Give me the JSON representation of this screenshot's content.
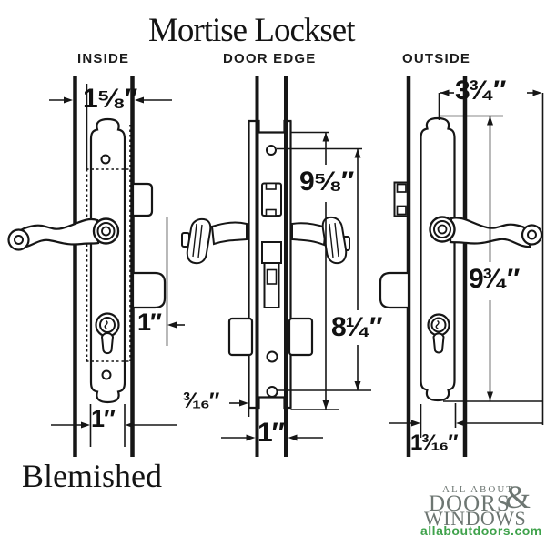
{
  "page": {
    "title": "Mortise Lockset",
    "note": "Blemished",
    "background_color": "#ffffff",
    "ink_color": "#161616"
  },
  "views": {
    "inside": {
      "label": "INSIDE",
      "dims": {
        "door_thickness": "1⁵⁄₈″",
        "bolt_projection": "1″",
        "plate_width": "1″"
      }
    },
    "door_edge": {
      "label": "DOOR EDGE",
      "dims": {
        "faceplate_length": "9⁵⁄₈″",
        "screw_spacing": "8¹⁄₄″",
        "lip": "³⁄₁₆″",
        "faceplate_width": "1″"
      }
    },
    "outside": {
      "label": "OUTSIDE",
      "dims": {
        "handle_length": "3³⁄₄″",
        "plate_length": "9³⁄₄″",
        "plate_width": "1³⁄₁₆″"
      }
    }
  },
  "logo": {
    "line1": "ALL ABOUT",
    "amp": "&",
    "line2": "DOORS",
    "line3": "WINDOWS",
    "url": "allaboutdoors.com",
    "gray_color": "#6d7672",
    "green_color": "#3fa24b"
  }
}
